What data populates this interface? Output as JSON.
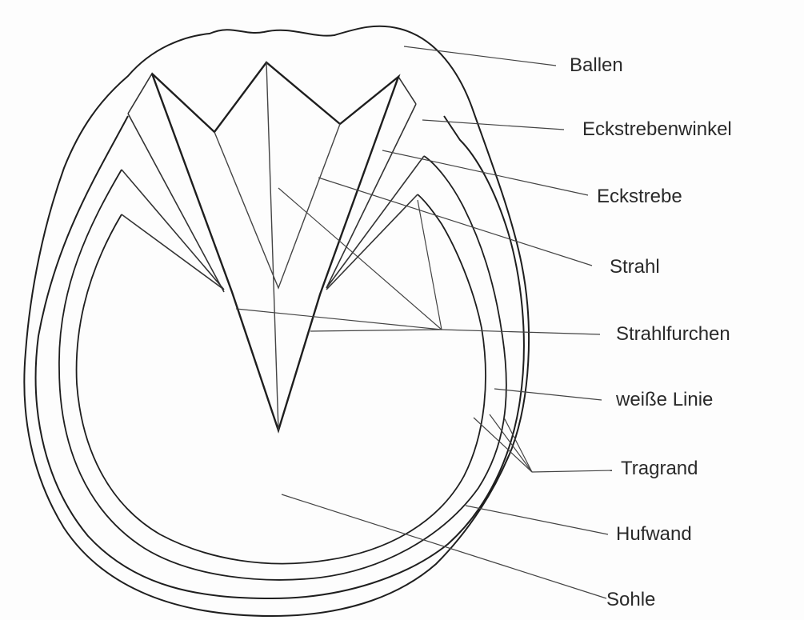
{
  "labels": {
    "ballen": "Ballen",
    "eckstrebenwinkel": "Eckstrebenwinkel",
    "eckstrebe": "Eckstrebe",
    "strahl": "Strahl",
    "strahlfurchen": "Strahlfurchen",
    "weisse_linie": "weiße Linie",
    "tragrand": "Tragrand",
    "hufwand": "Hufwand",
    "sohle": "Sohle"
  },
  "colors": {
    "ink": "#1e1e1e",
    "pencil": "#555555",
    "text": "#2a2a2a",
    "paper": "#fdfdfd"
  }
}
